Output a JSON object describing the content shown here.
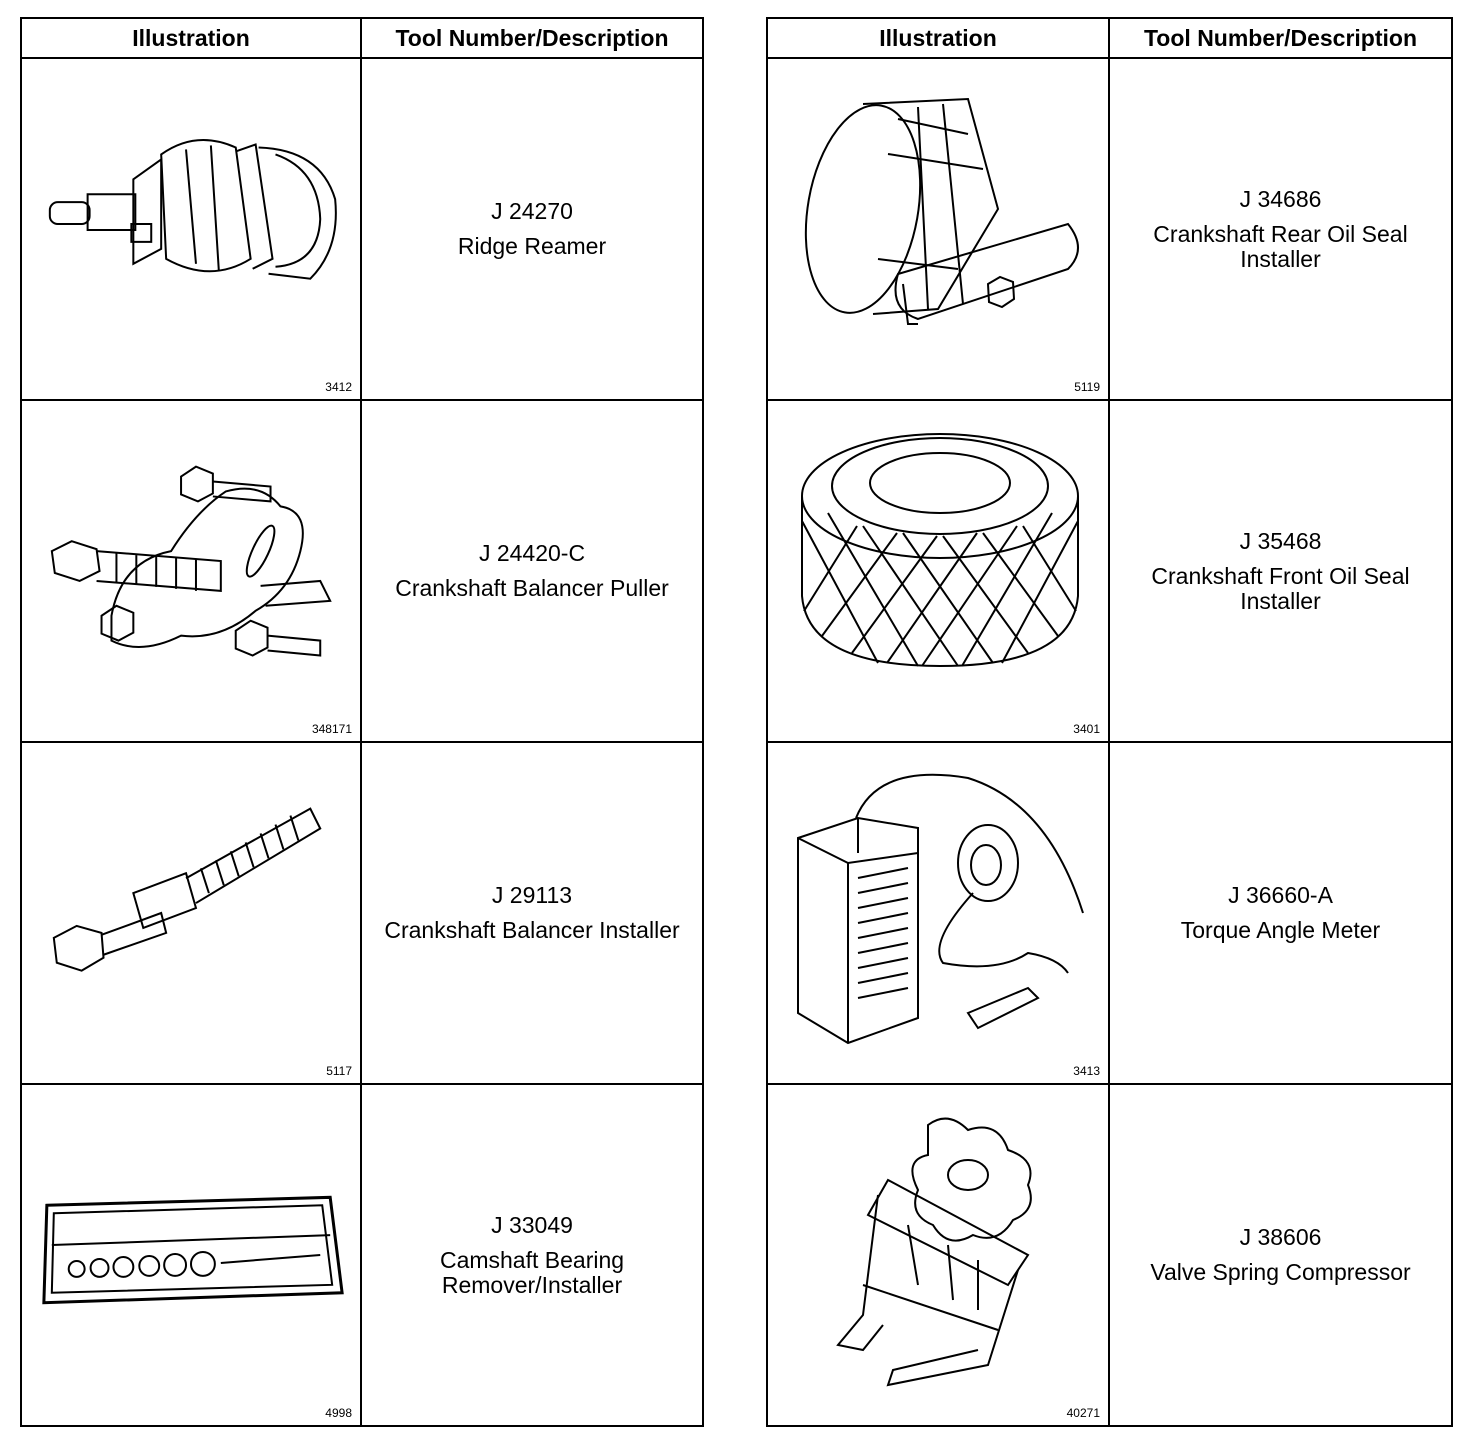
{
  "headers": {
    "illustration": "Illustration",
    "tool": "Tool Number/Description"
  },
  "left": [
    {
      "number": "J 24270",
      "description": "Ridge Reamer",
      "figure": "3412",
      "icon": "ridge-reamer-icon"
    },
    {
      "number": "J 24420-C",
      "description": "Crankshaft Balancer Puller",
      "figure": "348171",
      "icon": "balancer-puller-icon"
    },
    {
      "number": "J 29113",
      "description": "Crankshaft Balancer Installer",
      "figure": "5117",
      "icon": "balancer-installer-icon"
    },
    {
      "number": "J 33049",
      "description": "Camshaft Bearing Remover/Installer",
      "figure": "4998",
      "icon": "bearing-kit-case-icon"
    }
  ],
  "right": [
    {
      "number": "J 34686",
      "description": "Crankshaft Rear Oil Seal Installer",
      "figure": "5119",
      "icon": "rear-seal-installer-icon"
    },
    {
      "number": "J 35468",
      "description": "Crankshaft Front Oil Seal Installer",
      "figure": "3401",
      "icon": "front-seal-installer-icon"
    },
    {
      "number": "J 36660-A",
      "description": "Torque Angle Meter",
      "figure": "3413",
      "icon": "torque-angle-meter-icon"
    },
    {
      "number": "J 38606",
      "description": "Valve Spring Compressor",
      "figure": "40271",
      "icon": "valve-spring-compressor-icon"
    }
  ]
}
